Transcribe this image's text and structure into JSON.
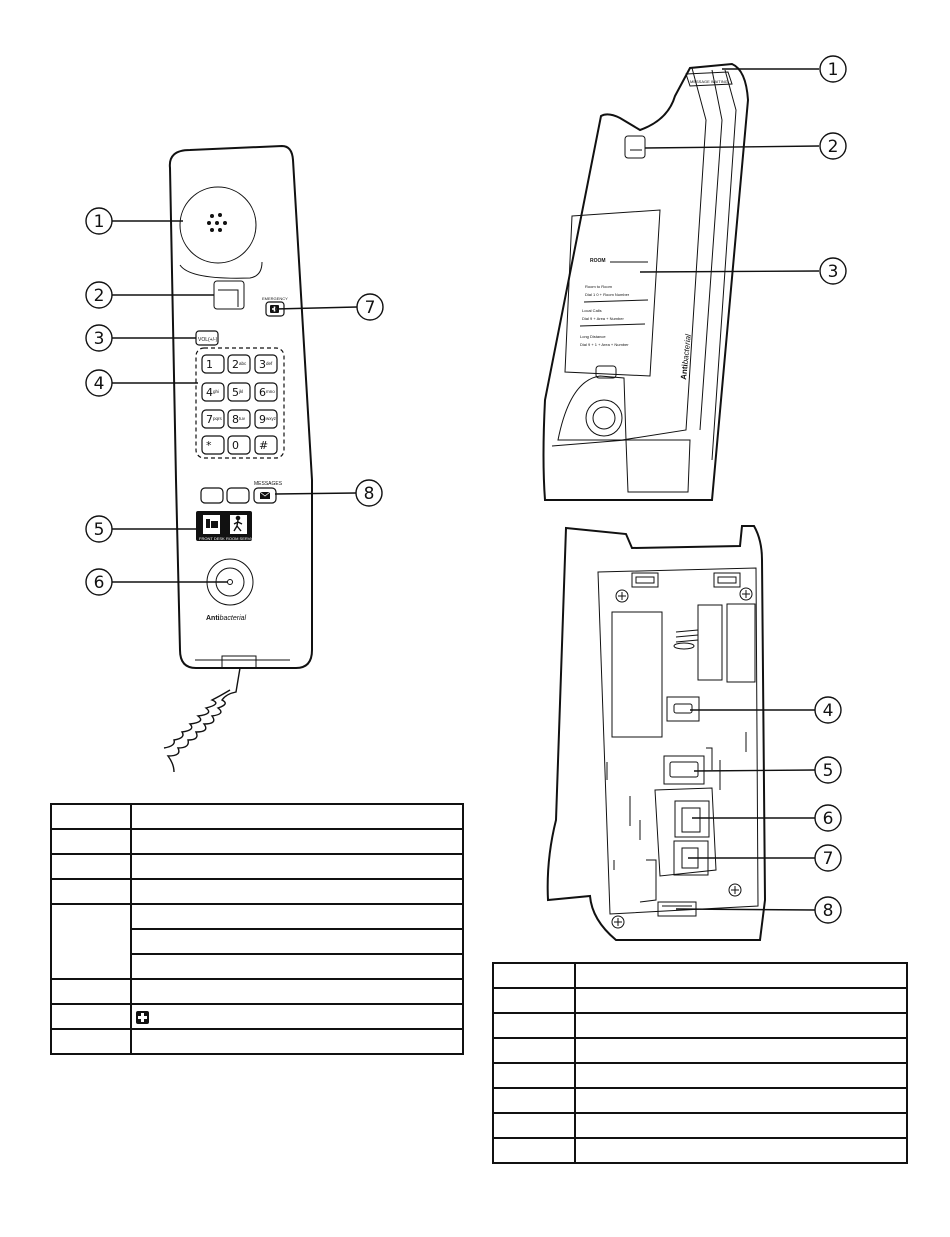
{
  "front_view": {
    "callouts": [
      "1",
      "2",
      "3",
      "4",
      "5",
      "6",
      "7",
      "8"
    ],
    "labels": {
      "emergency": "EMERGENCY",
      "vol": "VOL(+/-)",
      "messages": "MESSAGES",
      "front_desk": "FRONT DESK",
      "room_service": "ROOM SERVICE",
      "antibacterial_bold": "Anti",
      "antibacterial_light": "bacterial"
    },
    "keypad": [
      {
        "digit": "1",
        "letters": ""
      },
      {
        "digit": "2",
        "letters": "abc"
      },
      {
        "digit": "3",
        "letters": "def"
      },
      {
        "digit": "4",
        "letters": "ghi"
      },
      {
        "digit": "5",
        "letters": "jkl"
      },
      {
        "digit": "6",
        "letters": "mno"
      },
      {
        "digit": "7",
        "letters": "pqrs"
      },
      {
        "digit": "8",
        "letters": "tuv"
      },
      {
        "digit": "9",
        "letters": "wxyz"
      },
      {
        "digit": "*",
        "letters": ""
      },
      {
        "digit": "0",
        "letters": ""
      },
      {
        "digit": "#",
        "letters": ""
      }
    ]
  },
  "side_view": {
    "callouts": [
      "1",
      "2",
      "3"
    ],
    "labels": {
      "message_waiting": "MESSAGE WAITING",
      "room": "ROOM",
      "room_to_room": "Room to Room",
      "room_to_room_dial": "Dial 1 0 + Room Number",
      "local_calls": "Local Calls",
      "local_calls_dial": "Dial 9 + Area + Number",
      "long_distance": "Long Distance",
      "long_distance_dial": "Dial 9 + 1 + Area + Number",
      "antibacterial_bold": "Anti",
      "antibacterial_light": "bacterial"
    }
  },
  "back_view": {
    "callouts": [
      "4",
      "5",
      "6",
      "7",
      "8"
    ]
  },
  "left_table": {
    "rows": [
      "",
      "",
      "",
      "",
      "",
      "",
      "",
      "",
      "",
      ""
    ]
  },
  "right_table": {
    "rows": [
      "",
      "",
      "",
      "",
      "",
      "",
      "",
      ""
    ]
  },
  "colors": {
    "ink": "#111111",
    "background": "#ffffff"
  },
  "icons": [
    "speaker-grille-icon",
    "emergency-cross-icon",
    "envelope-icon",
    "front-desk-icon",
    "room-service-icon"
  ]
}
